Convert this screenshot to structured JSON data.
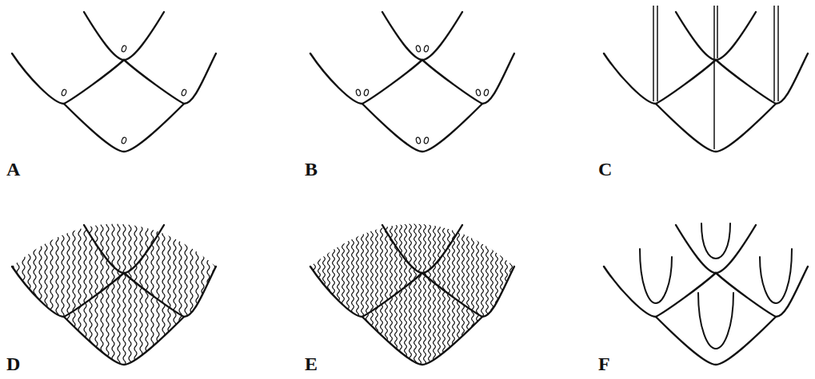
{
  "diagram": {
    "labels": [
      "A",
      "B",
      "C",
      "D",
      "E",
      "F"
    ]
  }
}
